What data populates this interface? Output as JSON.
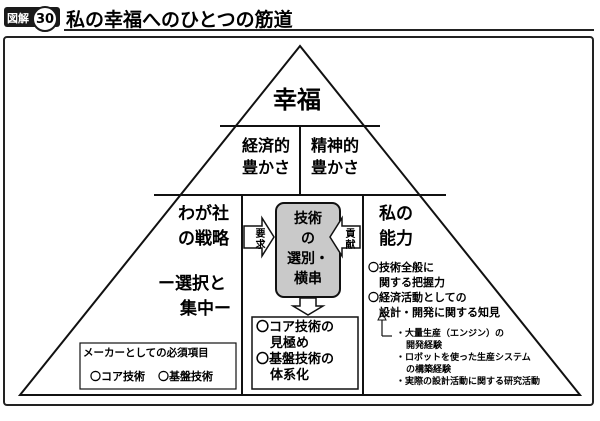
{
  "header": {
    "badge_label": "図解",
    "number": "30",
    "title": "私の幸福へのひとつの筋道"
  },
  "pyramid": {
    "top": "幸福",
    "economic": [
      "経済的",
      "豊かさ"
    ],
    "spiritual": [
      "精神的",
      "豊かさ"
    ],
    "left_title": [
      "わが社",
      "の戦略"
    ],
    "left_slogan": [
      "ー選択と",
      "集中ー"
    ],
    "left_note_heading": "メーカーとしての必須項目",
    "left_note_item1": "〇コア技術",
    "left_note_item2": "〇基盤技術",
    "arrow_left_label": "要求",
    "arrow_right_label": "貢献",
    "center_box": [
      "技術",
      "の",
      "選別・",
      "横串"
    ],
    "center_bottom": [
      "〇コア技術の",
      "見極め",
      "〇基盤技術の",
      "体系化"
    ],
    "right_title": [
      "私の",
      "能力"
    ],
    "right_item1": [
      "〇技術全般に",
      "関する把握力"
    ],
    "right_item2": [
      "〇経済活動としての",
      "設計・開発に関する知見"
    ],
    "right_sub": [
      "・大量生産（エンジン）の",
      "開発経験",
      "・ロボットを使った生産システム",
      "の構築経験",
      "・実際の設計活動に関する研究活動"
    ]
  }
}
